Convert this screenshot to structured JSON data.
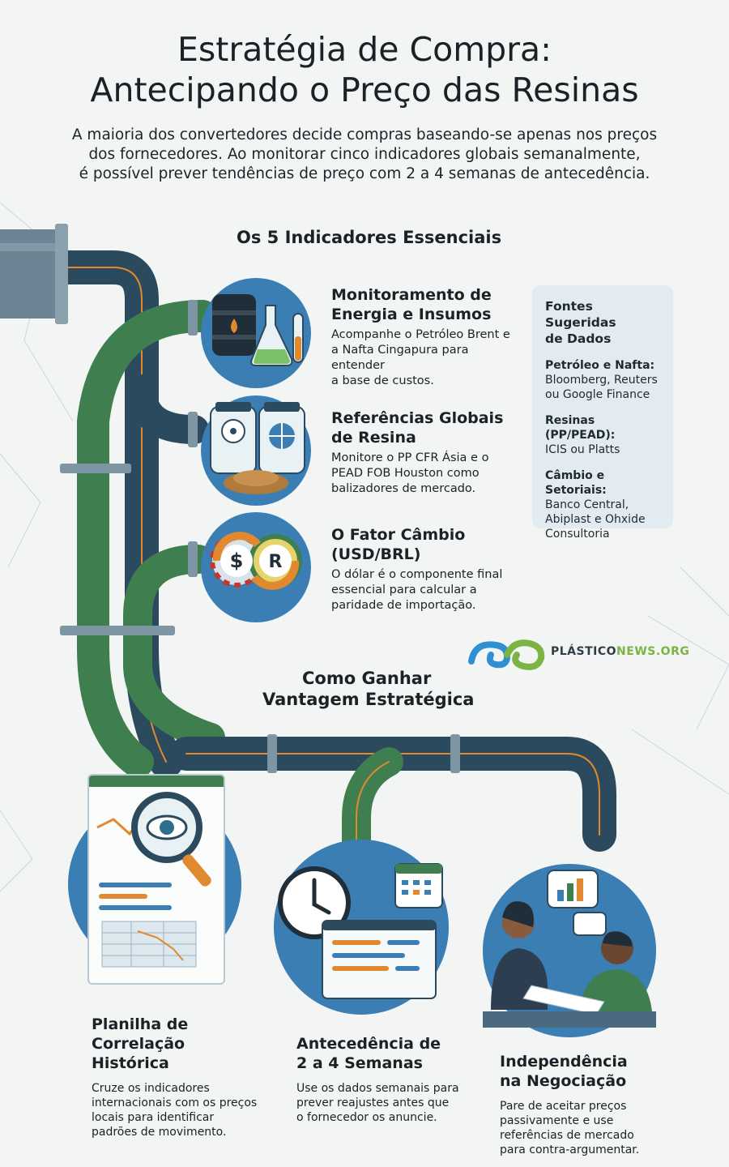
{
  "header": {
    "title_line1": "Estratégia de Compra:",
    "title_line2": "Antecipando o Preço das Resinas",
    "intro_line1": "A maioria dos convertedores decide compras baseando-se apenas nos preços",
    "intro_line2": "dos fornecedores. Ao monitorar cinco indicadores globais semanalmente,",
    "intro_line3": "é possível prever tendências de preço com 2 a 4 semanas de antecedência."
  },
  "indicators": {
    "heading": "Os 5 Indicadores Essenciais",
    "items": [
      {
        "title_line1": "Monitoramento de",
        "title_line2": "Energia e Insumos",
        "desc_line1": "Acompanhe o Petróleo Brent e",
        "desc_line2": "a Nafta Cingapura para entender",
        "desc_line3": "a base de custos."
      },
      {
        "title_line1": "Referências Globais",
        "title_line2": "de Resina",
        "desc_line1": "Monitore o PP CFR Ásia e o",
        "desc_line2": "PEAD FOB Houston como",
        "desc_line3": "balizadores de mercado."
      },
      {
        "title_line1": "O Fator Câmbio",
        "title_line2": "(USD/BRL)",
        "desc_line1": "O dólar é o componente final",
        "desc_line2": "essencial para calcular a",
        "desc_line3": "paridade de importação."
      }
    ]
  },
  "sources": {
    "title_line1": "Fontes Sugeridas",
    "title_line2": "de Dados",
    "groups": [
      {
        "label": "Petróleo e Nafta:",
        "value_line1": "Bloomberg, Reuters",
        "value_line2": "ou Google Finance",
        "value_line3": ""
      },
      {
        "label": "Resinas (PP/PEAD):",
        "value_line1": "ICIS ou Platts",
        "value_line2": "",
        "value_line3": ""
      },
      {
        "label": "Câmbio e Setoriais:",
        "value_line1": "Banco Central,",
        "value_line2": "Abiplast e Ohxide",
        "value_line3": "Consultoria"
      }
    ]
  },
  "logo": {
    "part1": "PLÁSTICO",
    "part2": "NEWS.ORG"
  },
  "advantage": {
    "heading_line1": "Como Ganhar",
    "heading_line2": "Vantagem Estratégica",
    "items": [
      {
        "title_line1": "Planilha de",
        "title_line2": "Correlação",
        "title_line3": "Histórica",
        "desc_line1": "Cruze os indicadores",
        "desc_line2": "internacionais com os preços",
        "desc_line3": "locais para identificar",
        "desc_line4": "padrões de movimento."
      },
      {
        "title_line1": "Antecedência de",
        "title_line2": "2 a 4 Semanas",
        "title_line3": "",
        "desc_line1": "Use os dados semanais para",
        "desc_line2": "prever reajustes antes que",
        "desc_line3": "o fornecedor os anuncie.",
        "desc_line4": ""
      },
      {
        "title_line1": "Independência",
        "title_line2": "na Negociação",
        "title_line3": "",
        "desc_line1": "Pare de aceitar preços",
        "desc_line2": "passivamente e use",
        "desc_line3": "referências de mercado",
        "desc_line4": "para contra-argumentar."
      }
    ]
  },
  "icons": {
    "indicator_1": "oil-barrel-flask-icon",
    "indicator_2": "resin-jars-icon",
    "indicator_3": "currency-exchange-icon",
    "advantage_1": "spreadsheet-magnifier-icon",
    "advantage_2": "clock-calendar-icon",
    "advantage_3": "negotiation-people-icon"
  },
  "colors": {
    "pipe_dark": "#2c4a5e",
    "pipe_green": "#3f7f4f",
    "accent_orange": "#e0892e",
    "circle_blue": "#3b7eb4",
    "sources_bg": "#e1ebf1"
  }
}
